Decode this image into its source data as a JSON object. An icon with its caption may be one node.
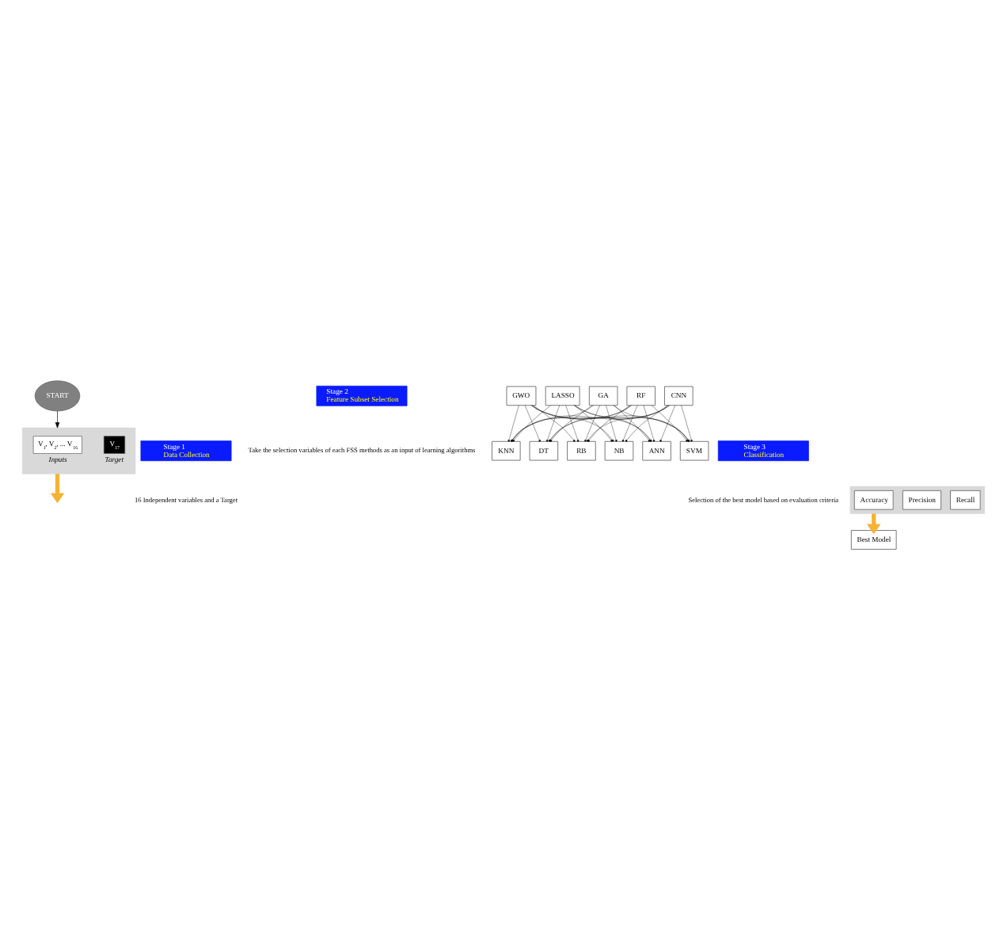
{
  "diagram": {
    "nodes": [
      {
        "text": [
          "START"
        ]
      },
      {
        "text": [
          "Stage 1",
          "Data Collection"
        ]
      },
      {
        "text": [],
        "shape": "box"
      },
      {
        "text": [
          "V$_{1}$, V$_{2}$, ... V$_{16}$"
        ],
        "in": 2,
        "beside": [
          "Inputs"
        ]
      },
      {
        "text": [
          "V$_{17}$"
        ],
        "in": 2,
        "beside": [
          "Target"
        ]
      },
      {
        "text": [
          "Stage 2",
          "Feature Subset Selection"
        ]
      },
      {
        "text": [
          "LASSO"
        ]
      },
      {
        "text": [
          "GA"
        ]
      },
      {
        "text": [
          "RF"
        ]
      },
      {
        "text": [
          "CNN"
        ]
      },
      {
        "text": [
          "GWO"
        ]
      },
      {
        "text": [
          "Stage 3",
          "Classification"
        ]
      },
      {
        "text": [
          "ANN"
        ]
      },
      {
        "text": [
          "SVM"
        ]
      },
      {
        "text": [
          "KNN"
        ]
      },
      {
        "text": [
          "DT"
        ]
      },
      {
        "text": [
          "RB"
        ]
      },
      {
        "text": [
          "NB"
        ]
      },
      {
        "text": [],
        "shape": "box"
      },
      {
        "text": [
          "Accuracy"
        ],
        "in": 18
      },
      {
        "text": [
          "Precision"
        ],
        "in": 18
      },
      {
        "text": [
          "Recall"
        ],
        "in": 18
      },
      {
        "text": [
          "Best Model"
        ]
      }
    ],
    "edges": [
      {
        "from": 0,
        "to": 2,
        "arrow": "to"
      },
      {
        "from": 2,
        "to": null,
        "arrow": "to",
        "style": "thick",
        "color": "#f7b233"
      },
      {
        "from": 6,
        "to": 12,
        "arrow": "other"
      },
      {
        "from": 6,
        "to": 13,
        "arrow": "other"
      },
      {
        "from": 6,
        "to": 14,
        "arrow": "other"
      },
      {
        "from": 6,
        "to": 15,
        "arrow": "other"
      },
      {
        "from": 6,
        "to": 16,
        "arrow": "other"
      },
      {
        "from": 6,
        "to": 17,
        "arrow": "other"
      },
      {
        "from": 7,
        "to": 12,
        "arrow": "other"
      },
      {
        "from": 7,
        "to": 13,
        "arrow": "other"
      },
      {
        "from": 7,
        "to": 14,
        "arrow": "other"
      },
      {
        "from": 7,
        "to": 15,
        "arrow": "other"
      },
      {
        "from": 7,
        "to": 16,
        "arrow": "other"
      },
      {
        "from": 7,
        "to": 17,
        "arrow": "other"
      },
      {
        "from": 8,
        "to": 12,
        "arrow": "other"
      },
      {
        "from": 8,
        "to": 13,
        "arrow": "other"
      },
      {
        "from": 8,
        "to": 14,
        "arrow": "other"
      },
      {
        "from": 8,
        "to": 15,
        "arrow": "other"
      },
      {
        "from": 8,
        "to": 16,
        "arrow": "other"
      },
      {
        "from": 8,
        "to": 17,
        "arrow": "other"
      },
      {
        "from": 9,
        "to": 12,
        "arrow": "other"
      },
      {
        "from": 9,
        "to": 13,
        "arrow": "other"
      },
      {
        "from": 9,
        "to": 14,
        "arrow": "other"
      },
      {
        "from": 9,
        "to": 15,
        "arrow": "other"
      },
      {
        "from": 9,
        "to": 16,
        "arrow": "other"
      },
      {
        "from": 9,
        "to": 17,
        "arrow": "other"
      },
      {
        "from": 10,
        "to": 12,
        "arrow": "other"
      },
      {
        "from": 10,
        "to": 13,
        "arrow": "other"
      },
      {
        "from": 10,
        "to": 14,
        "arrow": "other"
      },
      {
        "from": 10,
        "to": 15,
        "arrow": "other"
      },
      {
        "from": 10,
        "to": 16,
        "arrow": "other"
      },
      {
        "from": 10,
        "to": 17,
        "arrow": "other"
      },
      {
        "from": 18,
        "to": 22,
        "arrow": "to",
        "style": "thick",
        "color": "#f7b233"
      }
    ],
    "labels": [
      "16 Independent variables and a Target",
      "Take the selection variables of each FSS methods as an input of learning algorithms",
      "Selection of the best model based on evaluation criteria"
    ]
  }
}
